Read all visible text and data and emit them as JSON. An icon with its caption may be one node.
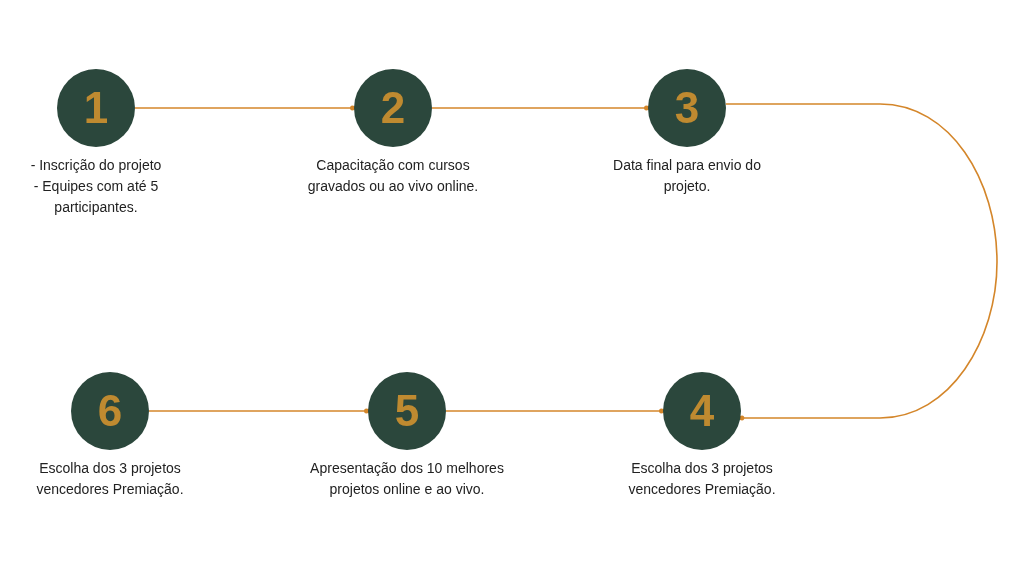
{
  "diagram": {
    "nodes": [
      {
        "text": [
          "1"
        ],
        "beside": [
          "- Inscrição do projeto",
          "- Equipes com até 5 participantes."
        ]
      },
      {
        "text": [
          "2"
        ],
        "beside": [
          "Capacitação com cursos gravados ou ao vivo online."
        ]
      },
      {
        "text": [
          "3"
        ],
        "beside": [
          "Data final para envio do projeto."
        ]
      },
      {
        "text": [
          "6"
        ],
        "beside": [
          "Escolha dos 3 projetos vencedores Premiação."
        ]
      },
      {
        "text": [
          "5"
        ],
        "beside": [
          "Apresentação dos 10 melhores projetos online e ao vivo."
        ]
      },
      {
        "text": [
          "4"
        ],
        "beside": [
          "Escolha dos 3 projetos vencedores Premiação."
        ]
      }
    ],
    "edges": [
      {
        "from": 0,
        "to": 1,
        "arrow": "other"
      },
      {
        "from": 1,
        "to": 2,
        "arrow": "other"
      },
      {
        "from": 2,
        "to": 5,
        "arrow": "other"
      },
      {
        "from": 3,
        "to": 4,
        "arrow": "other"
      },
      {
        "from": 4,
        "to": 5,
        "arrow": "other"
      }
    ]
  }
}
